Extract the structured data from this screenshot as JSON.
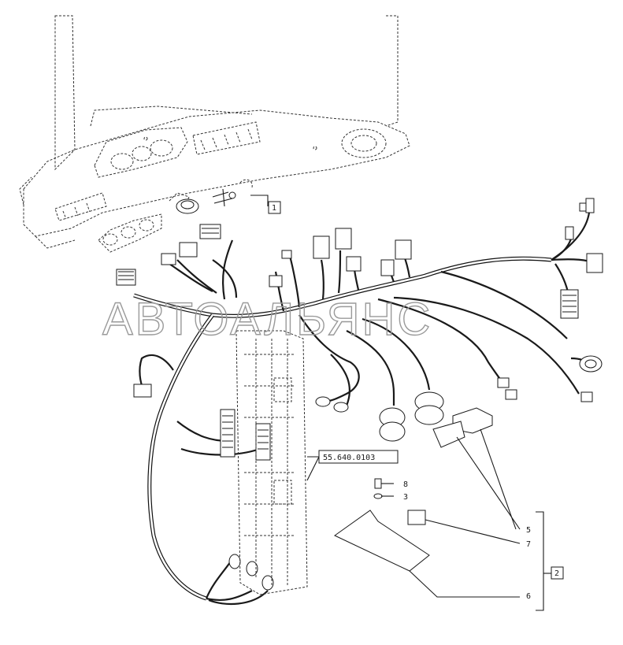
{
  "reference_box": "55.640.0103",
  "callouts": [
    {
      "id": "c1",
      "label": "1"
    },
    {
      "id": "c2",
      "label": "2"
    },
    {
      "id": "c3",
      "label": "3"
    },
    {
      "id": "c5",
      "label": "5"
    },
    {
      "id": "c6",
      "label": "6"
    },
    {
      "id": "c7",
      "label": "7"
    },
    {
      "id": "c8",
      "label": "8"
    }
  ],
  "watermark": "АВТОАЛЬЯНС",
  "colors": {
    "line": "#1a1a1a",
    "watermark": "#9a9a9a",
    "background": "#ffffff"
  }
}
